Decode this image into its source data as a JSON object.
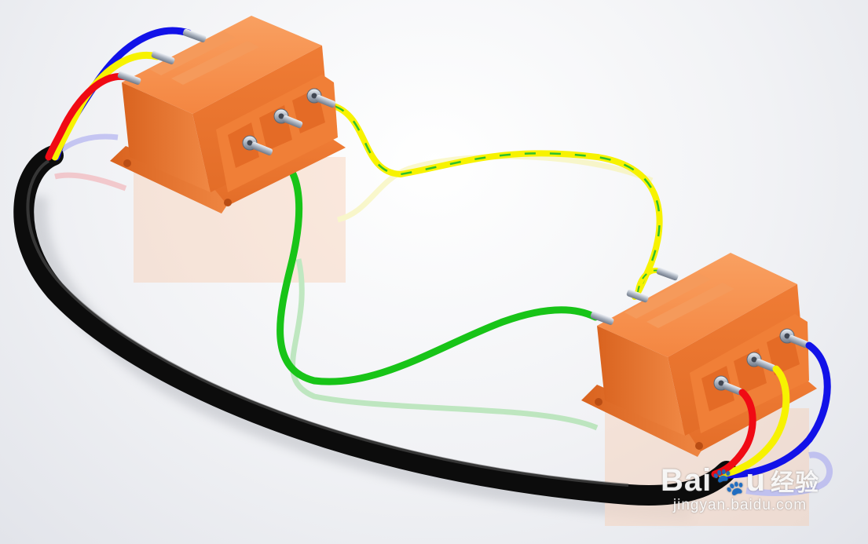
{
  "scene": {
    "background": "#eef0f4",
    "connector_color": "#f2843f",
    "wire_colors": {
      "red": "#f00a14",
      "yellow": "#f7f200",
      "blue": "#1212e8",
      "green": "#18c418",
      "ground_stripe": "#2fbf2a",
      "cable_jacket": "#0c0c0c"
    },
    "icons": [
      "connector-block",
      "ring-terminal",
      "pin-terminal",
      "wire",
      "cable"
    ]
  },
  "watermark": {
    "brand_latin": "Bai",
    "brand_paw": "🐾",
    "brand_latin2": "u",
    "brand_cn": "经验",
    "url": "jingyan.baidu.com"
  }
}
